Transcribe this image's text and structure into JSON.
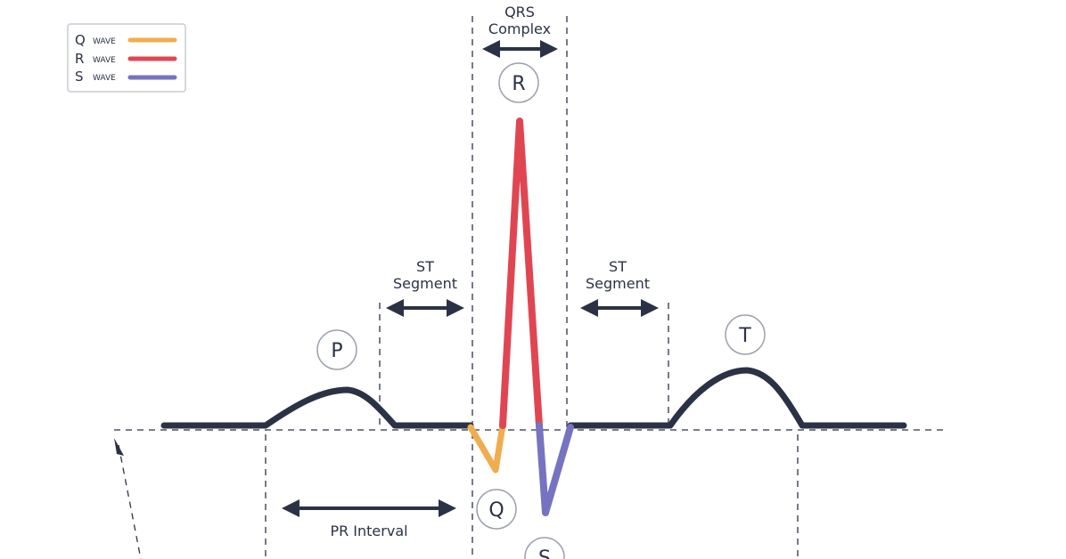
{
  "legend": {
    "items": [
      {
        "letter": "Q",
        "word": "WAVE",
        "color": "#f0ad4e"
      },
      {
        "letter": "R",
        "word": "WAVE",
        "color": "#e04652"
      },
      {
        "letter": "S",
        "word": "WAVE",
        "color": "#7673c0"
      }
    ]
  },
  "labels": {
    "qrs_line1": "QRS",
    "qrs_line2": "Complex",
    "st_line1": "ST",
    "st_line2": "Segment",
    "pr_interval": "PR Interval"
  },
  "waves": {
    "p": "P",
    "r": "R",
    "t": "T",
    "q": "Q",
    "s": "S"
  },
  "colors": {
    "trace": "#2b3245",
    "q_wave": "#f0ad4e",
    "r_wave": "#e04652",
    "s_wave": "#7673c0"
  }
}
